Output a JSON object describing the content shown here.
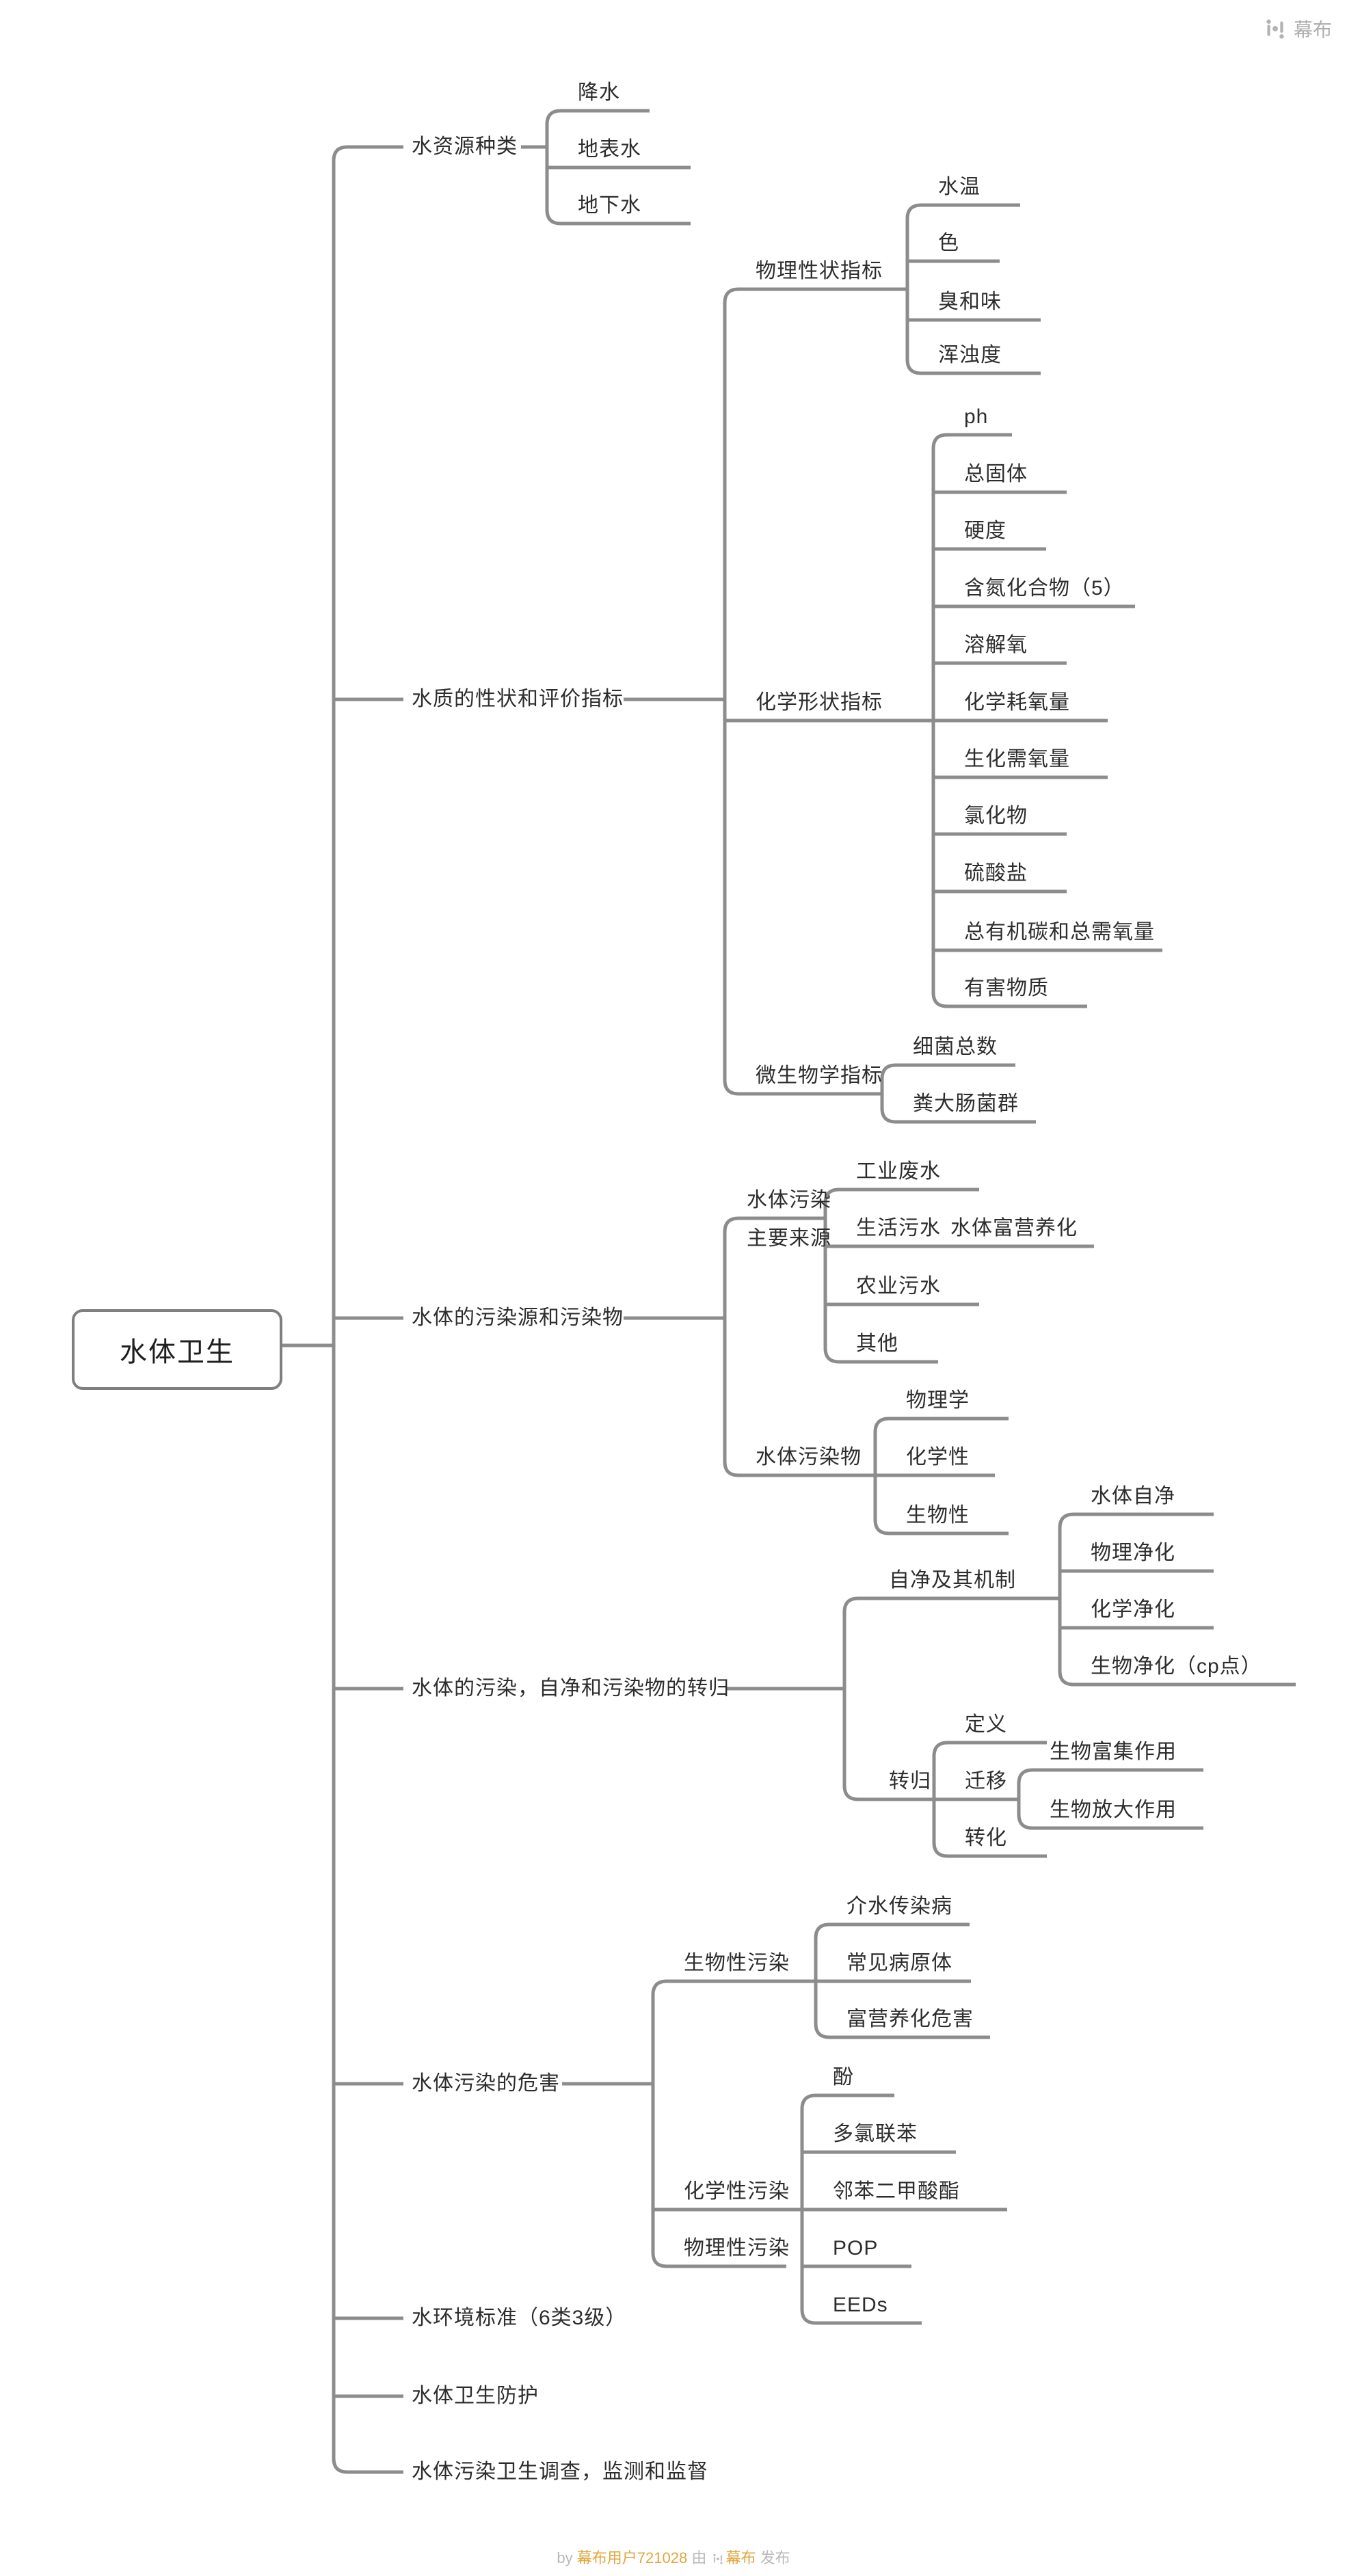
{
  "header": {
    "brand": "幕布"
  },
  "footer": {
    "prefix": "by",
    "user": "幕布用户721028",
    "middle": "由",
    "brand": "幕布",
    "suffix": "发布"
  },
  "mindmap": {
    "root": {
      "label": "水体卫生",
      "children": [
        {
          "label": "水资源种类",
          "children": [
            {
              "label": "降水"
            },
            {
              "label": "地表水"
            },
            {
              "label": "地下水"
            }
          ]
        },
        {
          "label": "水质的性状和评价指标",
          "children": [
            {
              "label": "物理性状指标",
              "children": [
                {
                  "label": "水温"
                },
                {
                  "label": "色"
                },
                {
                  "label": "臭和味"
                },
                {
                  "label": "浑浊度"
                }
              ]
            },
            {
              "label": "化学形状指标",
              "children": [
                {
                  "label": "ph"
                },
                {
                  "label": "总固体"
                },
                {
                  "label": "硬度"
                },
                {
                  "label": "含氮化合物（5）"
                },
                {
                  "label": "溶解氧"
                },
                {
                  "label": "化学耗氧量"
                },
                {
                  "label": "生化需氧量"
                },
                {
                  "label": "氯化物"
                },
                {
                  "label": "硫酸盐"
                },
                {
                  "label": "总有机碳和总需氧量"
                },
                {
                  "label": "有害物质"
                }
              ]
            },
            {
              "label": "微生物学指标",
              "children": [
                {
                  "label": "细菌总数"
                },
                {
                  "label": "粪大肠菌群"
                }
              ]
            }
          ]
        },
        {
          "label": "水体的污染源和污染物",
          "children": [
            {
              "label": "水体污染主要来源",
              "line1": "水体污染",
              "line2": "主要来源",
              "children": [
                {
                  "label": "工业废水"
                },
                {
                  "label": "生活污水",
                  "children": [
                    {
                      "label": "水体富营养化"
                    }
                  ]
                },
                {
                  "label": "农业污水"
                },
                {
                  "label": "其他"
                }
              ]
            },
            {
              "label": "水体污染物",
              "children": [
                {
                  "label": "物理学"
                },
                {
                  "label": "化学性"
                },
                {
                  "label": "生物性"
                }
              ]
            }
          ]
        },
        {
          "label": "水体的污染，自净和污染物的转归",
          "children": [
            {
              "label": "自净及其机制",
              "children": [
                {
                  "label": "水体自净"
                },
                {
                  "label": "物理净化"
                },
                {
                  "label": "化学净化"
                },
                {
                  "label": "生物净化（cp点）"
                }
              ]
            },
            {
              "label": "转归",
              "children": [
                {
                  "label": "定义"
                },
                {
                  "label": "迁移",
                  "children": [
                    {
                      "label": "生物富集作用"
                    },
                    {
                      "label": "生物放大作用"
                    }
                  ]
                },
                {
                  "label": "转化"
                }
              ]
            }
          ]
        },
        {
          "label": "水体污染的危害",
          "children": [
            {
              "label": "生物性污染",
              "children": [
                {
                  "label": "介水传染病"
                },
                {
                  "label": "常见病原体"
                },
                {
                  "label": "富营养化危害"
                }
              ]
            },
            {
              "label": "化学性污染",
              "children": [
                {
                  "label": "酚"
                },
                {
                  "label": "多氯联苯"
                },
                {
                  "label": "邻苯二甲酸酯"
                },
                {
                  "label": "POP"
                },
                {
                  "label": "EEDs"
                }
              ]
            },
            {
              "label": "物理性污染"
            }
          ]
        },
        {
          "label": "水环境标准（6类3级）"
        },
        {
          "label": "水体卫生防护"
        },
        {
          "label": "水体污染卫生调查，监测和监督"
        }
      ]
    }
  }
}
